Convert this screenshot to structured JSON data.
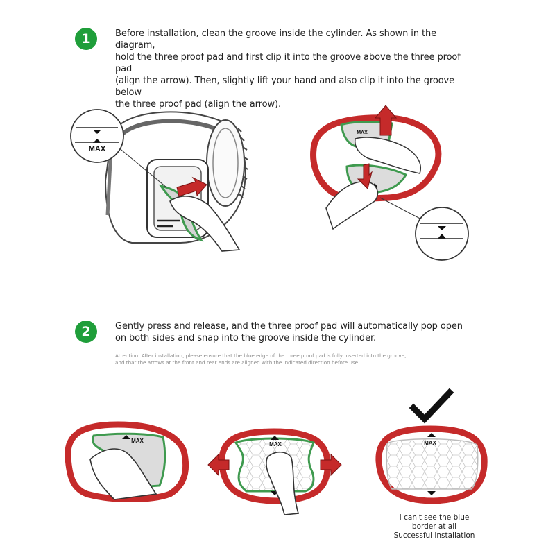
{
  "steps": [
    {
      "number": "1",
      "lines": [
        "Before installation, clean the groove inside the cylinder. As shown in the diagram,",
        "hold the three proof pad and first clip it into the groove above the three proof pad",
        "(align the arrow). Then, slightly lift your hand and also clip it into the groove below",
        "the three proof pad (align the arrow)."
      ]
    },
    {
      "number": "2",
      "lines": [
        "Gently press and release, and the three proof pad will automatically pop open",
        "on both sides and snap into the groove inside the cylinder."
      ]
    }
  ],
  "attention": [
    "Attention: After installation, please ensure that the blue edge of the three proof pad is fully inserted into the groove,",
    "and that the arrows at the front and rear ends are aligned with the indicated direction before use."
  ],
  "diagram_labels": {
    "max": "MAX"
  },
  "caption": [
    "I can't see the blue",
    "border at all",
    "Successful installation"
  ],
  "colors": {
    "step_badge": "#1f9e3a",
    "frame_red": "#c52a2a",
    "pad_green": "#3f9a4f",
    "pad_fill": "#e2e2e2",
    "check": "#111111"
  }
}
